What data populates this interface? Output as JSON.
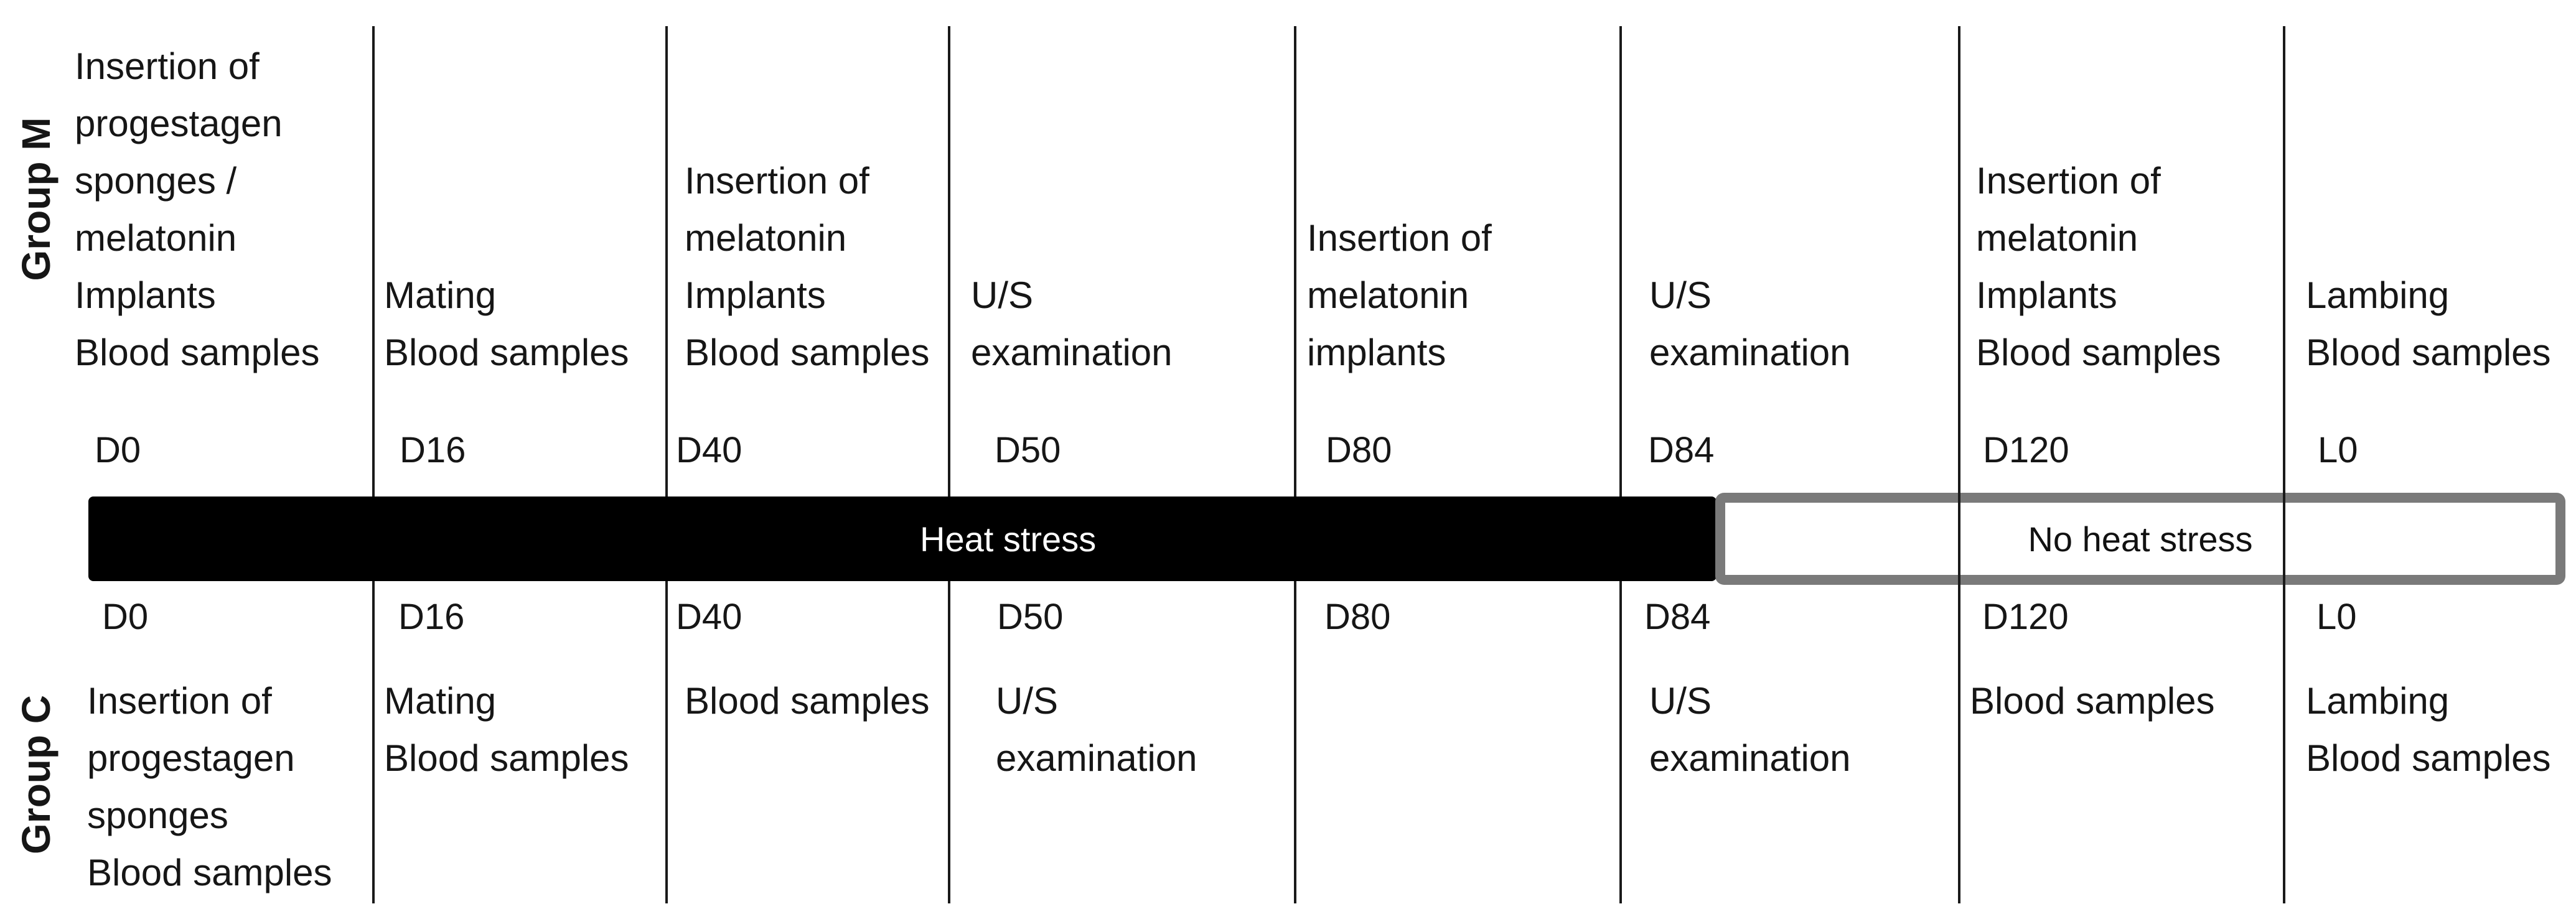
{
  "figure": {
    "description": "Experimental design timeline for two ewe groups across study days",
    "heat_bar": {
      "label": "Heat stress",
      "fill": "#000000",
      "text_color": "#ffffff"
    },
    "no_heat_bar": {
      "label": "No heat stress",
      "fill": "#ffffff",
      "border_color": "#7a7a7a",
      "text_color": "#111111"
    }
  },
  "groups": [
    {
      "label": "Group M",
      "columns": [
        {
          "day": "D0",
          "lines": [
            "Insertion of",
            "progestagen",
            "sponges /",
            "melatonin",
            "Implants",
            "Blood samples"
          ]
        },
        {
          "day": "D16",
          "lines": [
            "Mating",
            "Blood samples"
          ]
        },
        {
          "day": "D40",
          "lines": [
            "Insertion of",
            "melatonin",
            "Implants",
            "Blood samples"
          ]
        },
        {
          "day": "D50",
          "lines": [
            "U/S",
            "examination"
          ]
        },
        {
          "day": "D80",
          "lines": [
            "Insertion of",
            "melatonin",
            "implants"
          ]
        },
        {
          "day": "D84",
          "lines": [
            "U/S",
            "examination"
          ]
        },
        {
          "day": "D120",
          "lines": [
            "Insertion of",
            "melatonin",
            "Implants",
            "Blood samples"
          ]
        },
        {
          "day": "L0",
          "lines": [
            "Lambing",
            "Blood samples"
          ]
        }
      ]
    },
    {
      "label": "Group C",
      "columns": [
        {
          "day": "D0",
          "lines": [
            "Insertion of",
            "progestagen",
            "sponges",
            "Blood samples"
          ]
        },
        {
          "day": "D16",
          "lines": [
            "Mating",
            "Blood samples"
          ]
        },
        {
          "day": "D40",
          "lines": [
            "Blood samples"
          ]
        },
        {
          "day": "D50",
          "lines": [
            "U/S",
            "examination"
          ]
        },
        {
          "day": "D80",
          "lines": []
        },
        {
          "day": "D84",
          "lines": [
            "U/S",
            "examination"
          ]
        },
        {
          "day": "D120",
          "lines": [
            "Blood samples"
          ]
        },
        {
          "day": "L0",
          "lines": [
            "Lambing",
            "Blood samples"
          ]
        }
      ]
    }
  ]
}
